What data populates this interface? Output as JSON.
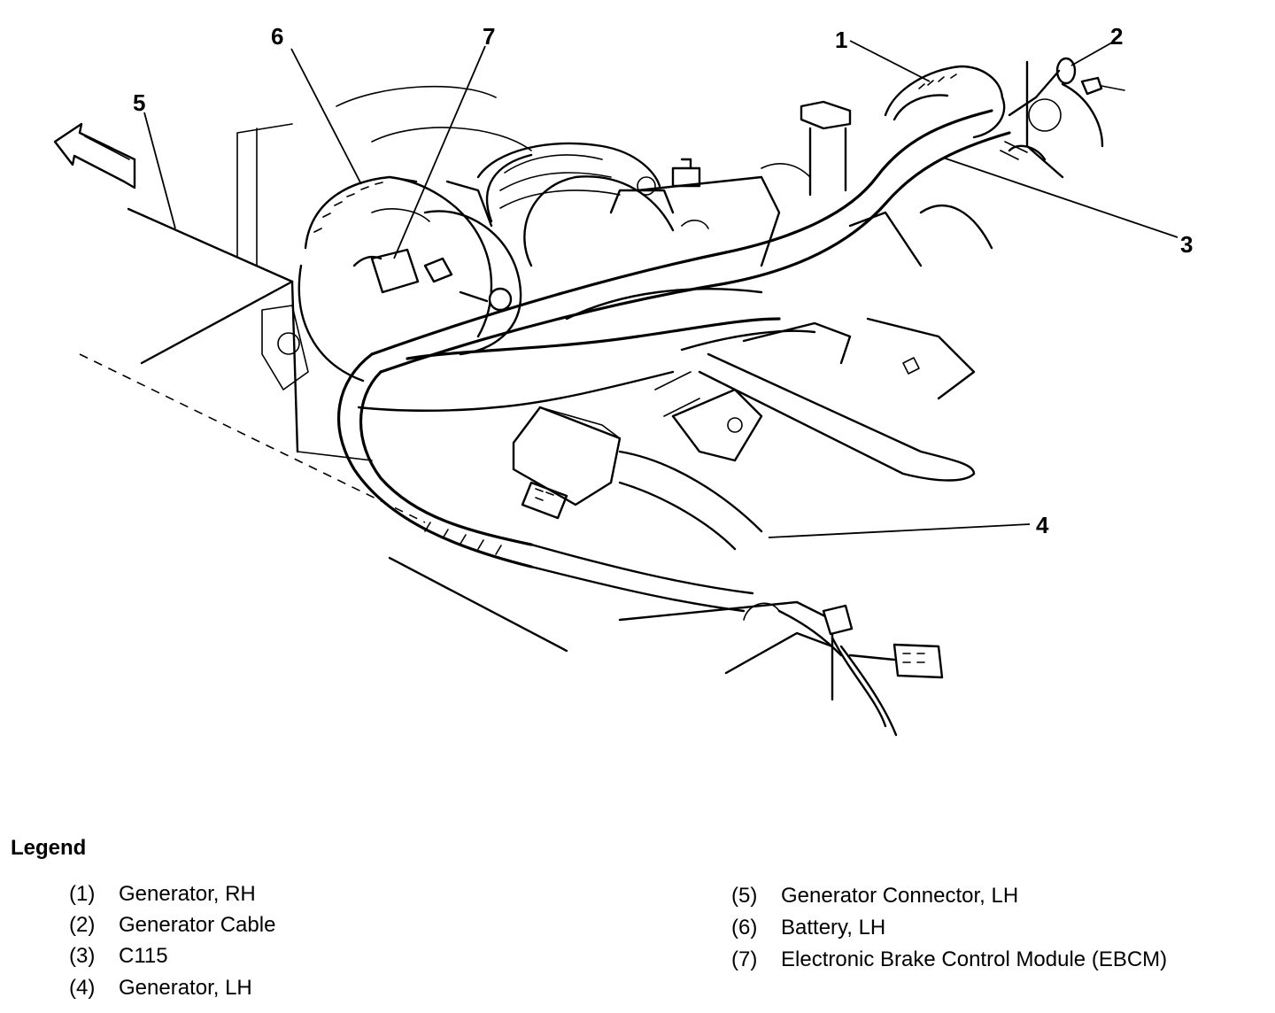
{
  "callouts": {
    "c1": "1",
    "c2": "2",
    "c3": "3",
    "c4": "4",
    "c5": "5",
    "c6": "6",
    "c7": "7"
  },
  "legend": {
    "title": "Legend",
    "items": [
      {
        "num": "(1)",
        "label": "Generator, RH"
      },
      {
        "num": "(2)",
        "label": "Generator Cable"
      },
      {
        "num": "(3)",
        "label": "C115"
      },
      {
        "num": "(4)",
        "label": "Generator, LH"
      },
      {
        "num": "(5)",
        "label": "Generator Connector, LH"
      },
      {
        "num": "(6)",
        "label": "Battery, LH"
      },
      {
        "num": "(7)",
        "label": "Electronic Brake Control Module (EBCM)"
      }
    ]
  }
}
